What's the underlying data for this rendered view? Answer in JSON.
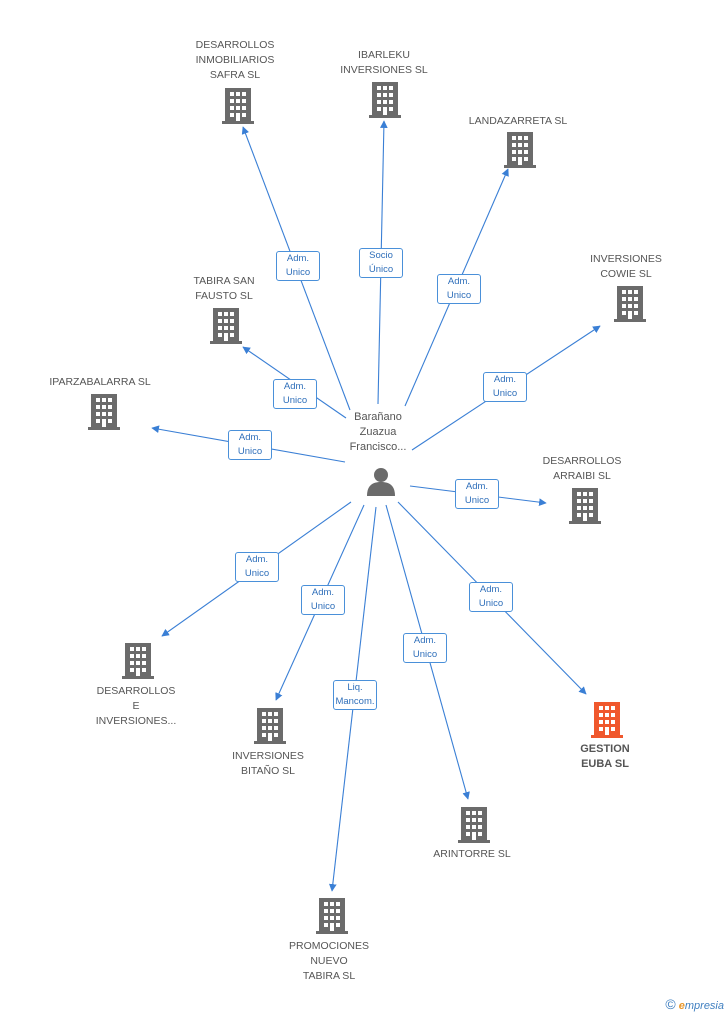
{
  "center": {
    "label": "Barañano\nZuazua\nFrancisco..."
  },
  "colors": {
    "edge": "#3a7fd5",
    "building": "#6b6b6b",
    "building_highlight": "#f0582d",
    "person": "#6b6b6b"
  },
  "companies": [
    {
      "name": "DESARROLLOS\nINMOBILIARIOS\nSAFRA SL",
      "relation": "Adm.\nUnico",
      "highlight": false
    },
    {
      "name": "IBARLEKU\nINVERSIONES SL",
      "relation": "Socio\nÚnico",
      "highlight": false
    },
    {
      "name": "LANDAZARRETA SL",
      "relation": "Adm.\nUnico",
      "highlight": false
    },
    {
      "name": "INVERSIONES\nCOWIE SL",
      "relation": "Adm.\nUnico",
      "highlight": false
    },
    {
      "name": "TABIRA SAN\nFAUSTO SL",
      "relation": "Adm.\nUnico",
      "highlight": false
    },
    {
      "name": "IPARZABALARRA SL",
      "relation": "Adm.\nUnico",
      "highlight": false
    },
    {
      "name": "DESARROLLOS\nARRAIBI SL",
      "relation": "Adm.\nUnico",
      "highlight": false
    },
    {
      "name": "DESARROLLOS\nE\nINVERSIONES...",
      "relation": "Adm.\nUnico",
      "highlight": false
    },
    {
      "name": "INVERSIONES\nBITAÑO SL",
      "relation": "Adm.\nUnico",
      "highlight": false
    },
    {
      "name": "PROMOCIONES\nNUEVO\nTABIRA SL",
      "relation": "Liq.\nMancom.",
      "highlight": false
    },
    {
      "name": "ARINTORRE SL",
      "relation": "Adm.\nUnico",
      "highlight": false
    },
    {
      "name": "GESTION\nEUBA SL",
      "relation": "Adm.\nUnico",
      "highlight": true
    }
  ],
  "footer": {
    "copyright": "©",
    "brand_e": "e",
    "brand_rest": "mpresia"
  }
}
